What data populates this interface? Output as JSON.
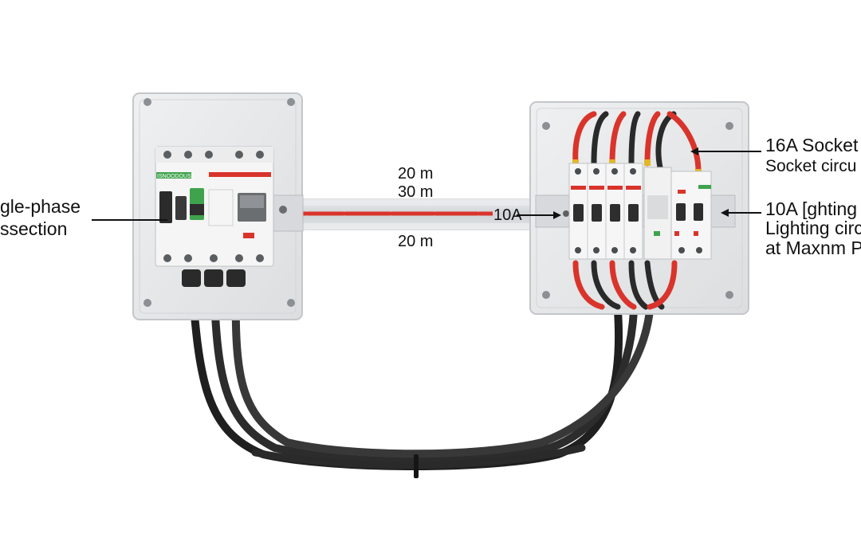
{
  "labels": {
    "left_line1": "gle-phase",
    "left_line2": "ssection",
    "distance_top1": "20 m",
    "distance_top2": "30 m",
    "distance_bottom": "20 m",
    "rail_rating": "10A",
    "right_socket_line1": "16A Socket",
    "right_socket_line2": "Socket circu",
    "right_light_line1": "10A [ghting",
    "right_light_line2": "Lighting circ",
    "right_light_line3": "at Maxnm Po",
    "device_brand": "ISNOODOUS"
  },
  "colors": {
    "enclosure": "#e6e7e8",
    "enclosure_edge": "#c9cbce",
    "breaker": "#f4f4f4",
    "accent_red": "#d9342b",
    "accent_green": "#3fa34d",
    "cable": "#2a2a2a",
    "rail": "#d4d6d9"
  }
}
